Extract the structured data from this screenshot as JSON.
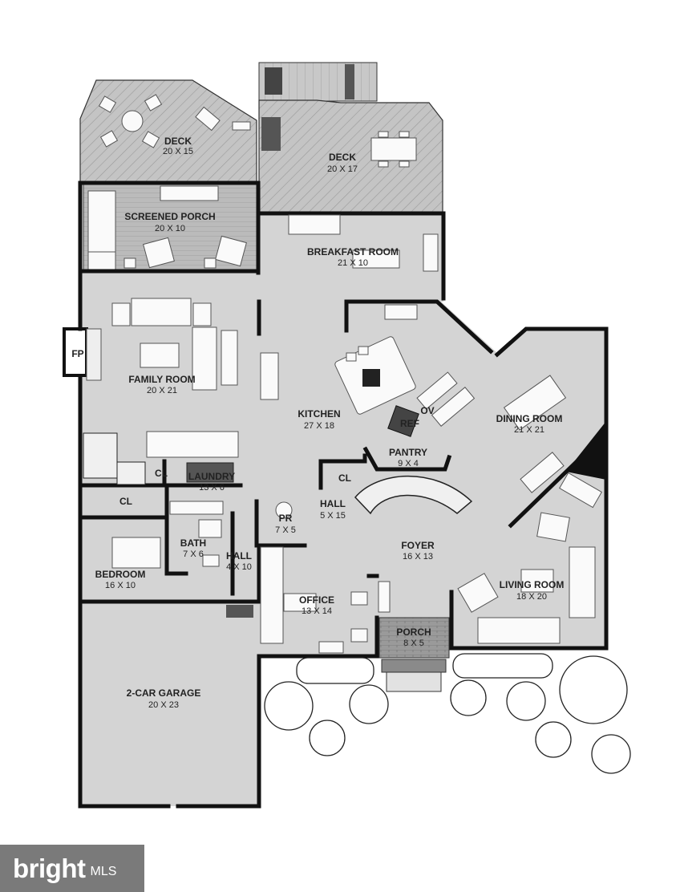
{
  "rooms": {
    "deck_left": {
      "name": "DECK",
      "dim": "20 X 15"
    },
    "deck_right": {
      "name": "DECK",
      "dim": "20 X 17"
    },
    "screened_porch": {
      "name": "SCREENED PORCH",
      "dim": "20 X 10"
    },
    "breakfast": {
      "name": "BREAKFAST ROOM",
      "dim": "21 X 10"
    },
    "family": {
      "name": "FAMILY ROOM",
      "dim": "20 X 21"
    },
    "kitchen": {
      "name": "KITCHEN",
      "dim": "27 X 18"
    },
    "dining": {
      "name": "DINING ROOM",
      "dim": "21 X 21"
    },
    "pantry": {
      "name": "PANTRY",
      "dim": "9 X 4"
    },
    "laundry": {
      "name": "LAUNDRY",
      "dim": "13 X 6"
    },
    "pr": {
      "name": "PR",
      "dim": "7 X 5"
    },
    "hall_center": {
      "name": "HALL",
      "dim": "5 X 15"
    },
    "foyer": {
      "name": "FOYER",
      "dim": "16 X 13"
    },
    "bath": {
      "name": "BATH",
      "dim": "7 X 6"
    },
    "hall_left": {
      "name": "HALL",
      "dim": "4 X 10"
    },
    "bedroom": {
      "name": "BEDROOM",
      "dim": "16 X 10"
    },
    "office": {
      "name": "OFFICE",
      "dim": "13 X 14"
    },
    "living": {
      "name": "LIVING ROOM",
      "dim": "18 X 20"
    },
    "porch": {
      "name": "PORCH",
      "dim": "8 X 5"
    },
    "garage": {
      "name": "2-CAR GARAGE",
      "dim": "20 X 23"
    }
  },
  "labels": {
    "fp": "FP",
    "cl_laundry": "CL",
    "cl_bedroom": "CL",
    "cl_hall": "CL",
    "ref": "REF",
    "ov": "OV"
  },
  "logo": {
    "brand": "bright",
    "suffix": "MLS"
  },
  "colors": {
    "floor": "#d4d4d4",
    "deck": "#bdbdbd",
    "wall": "#111111",
    "logo_bg": "#7a7a7a"
  }
}
